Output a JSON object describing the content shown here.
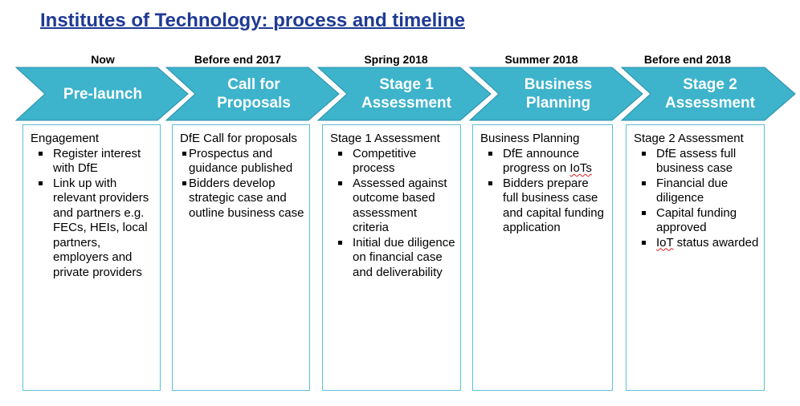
{
  "title": "Institutes of Technology: process and timeline",
  "colors": {
    "chevron_fill": "#3db3cc",
    "chevron_edge": "#2a8fa8",
    "card_border": "#5bc0d6",
    "title": "#1f3a93"
  },
  "stages": [
    {
      "timing": "Now",
      "label": "Pre-launch",
      "card_heading": "Engagement",
      "bullets": [
        "Register interest with DfE",
        "Link up with relevant providers and partners e.g. FECs, HEIs, local partners, employers and private providers"
      ]
    },
    {
      "timing": "Before end 2017",
      "label": "Call for Proposals",
      "card_heading": "DfE Call for proposals",
      "bullets": [
        "Prospectus and guidance published",
        "Bidders develop strategic case and outline business case"
      ]
    },
    {
      "timing": "Spring 2018",
      "label": "Stage 1 Assessment",
      "card_heading": "Stage 1 Assessment",
      "bullets": [
        "Competitive process",
        "Assessed against outcome based assessment criteria",
        "Initial due diligence on financial case and deliverability"
      ]
    },
    {
      "timing": "Summer 2018",
      "label": "Business Planning",
      "card_heading": "Business Planning",
      "bullets": [
        "DfE announce progress on IoTs",
        "Bidders prepare full business case and capital funding application"
      ]
    },
    {
      "timing": "Before end 2018",
      "label": "Stage 2 Assessment",
      "card_heading": "Stage 2 Assessment",
      "bullets": [
        "DfE assess full business case",
        "Financial due diligence",
        "Capital funding approved",
        "IoT status awarded"
      ]
    }
  ]
}
